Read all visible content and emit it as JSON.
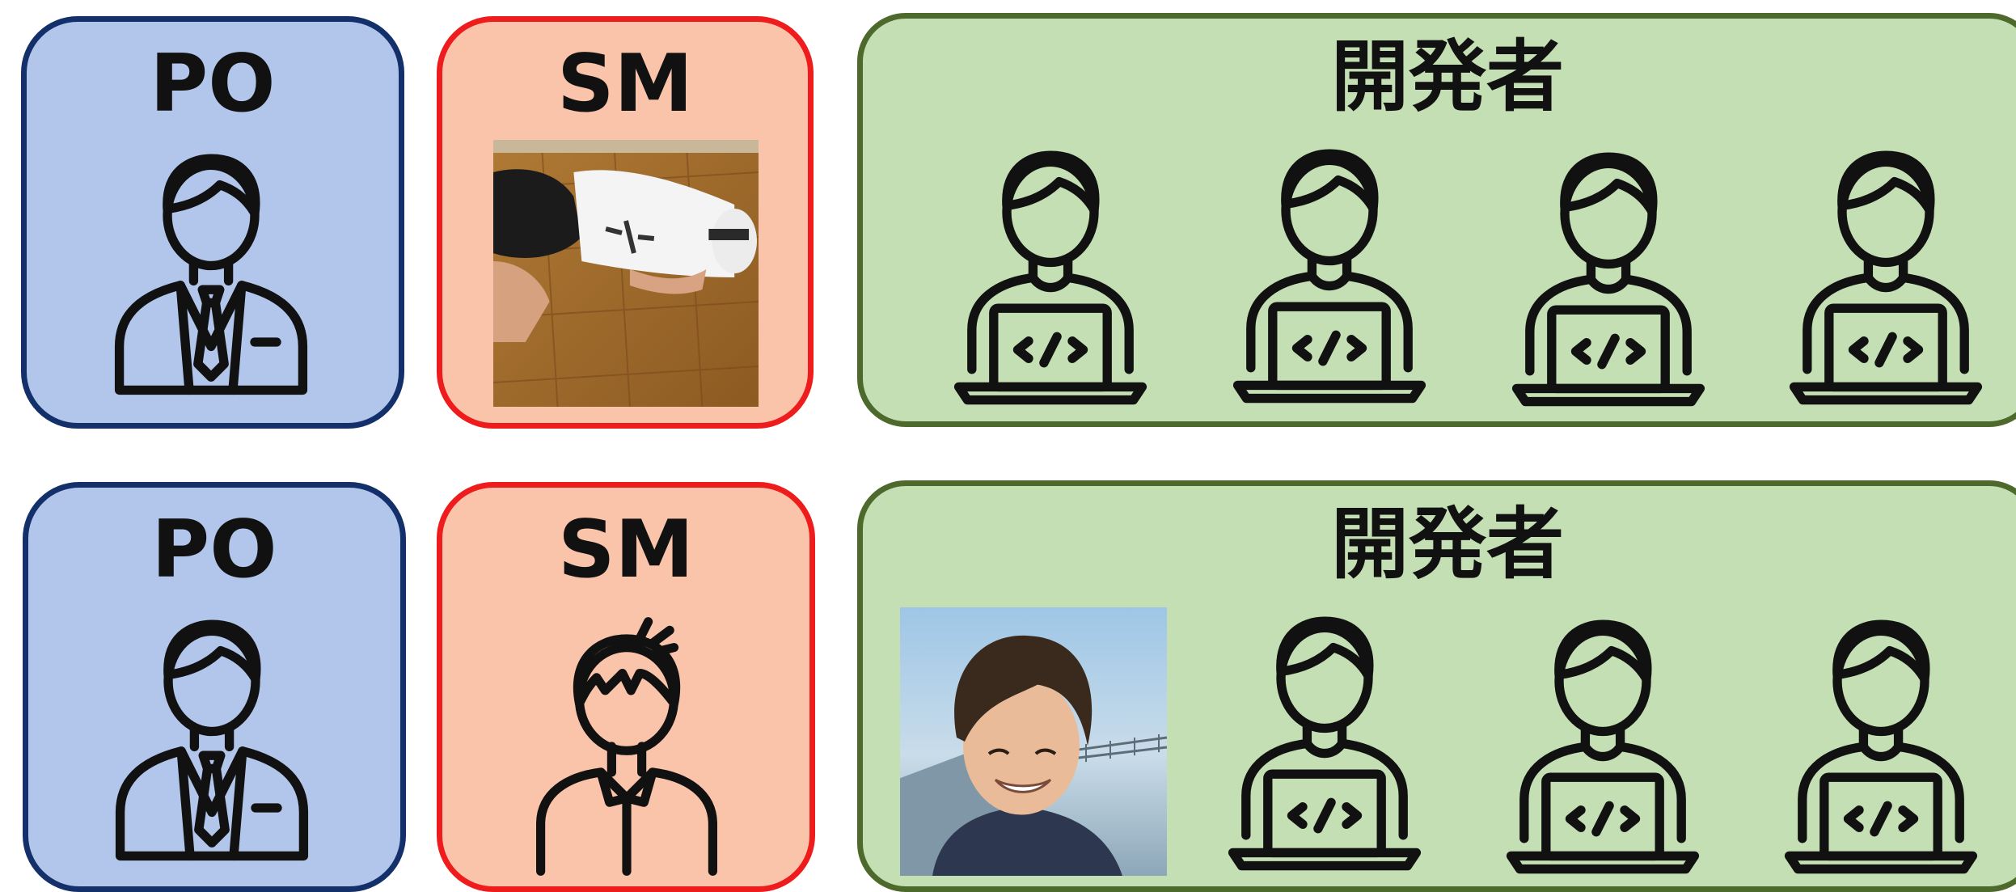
{
  "rows": [
    {
      "po": {
        "label": "PO"
      },
      "sm": {
        "label": "SM",
        "member": "photo-sleeping-person"
      },
      "dev": {
        "label": "開発者",
        "members": [
          "developer-icon",
          "developer-icon",
          "developer-icon",
          "developer-icon"
        ]
      }
    },
    {
      "po": {
        "label": "PO"
      },
      "sm": {
        "label": "SM",
        "member": "person-icon"
      },
      "dev": {
        "label": "開発者",
        "members": [
          "photo-smiling-person",
          "developer-icon",
          "developer-icon",
          "developer-icon"
        ]
      }
    }
  ],
  "colors": {
    "po_fill": "#b2c5ea",
    "po_border": "#14306b",
    "sm_fill": "#f9c4aa",
    "sm_border": "#ee1c1c",
    "dev_fill": "#c3dfb3",
    "dev_border": "#4d6a2c"
  }
}
